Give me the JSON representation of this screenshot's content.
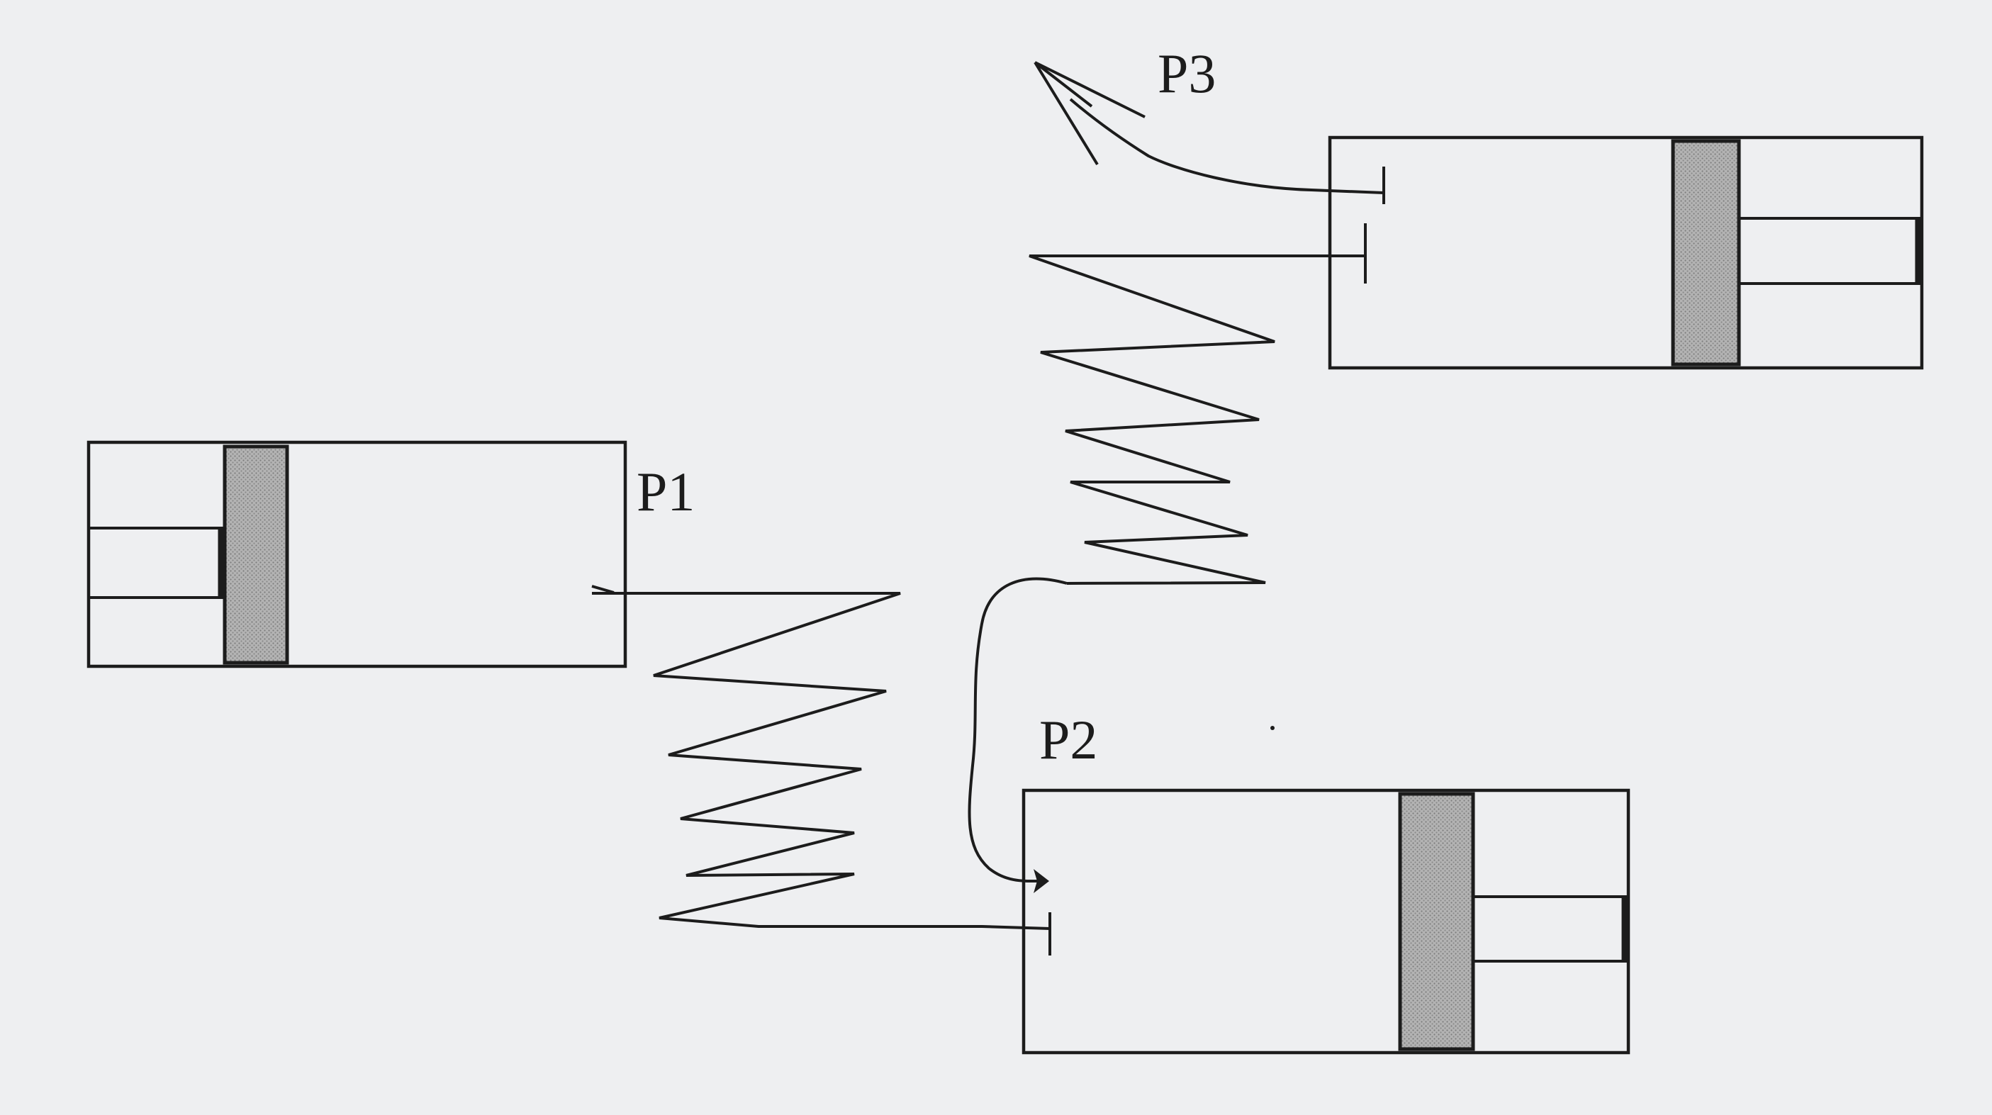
{
  "diagram": {
    "labels": {
      "p1": "P1",
      "p2": "P2",
      "p3": "P3"
    },
    "colors": {
      "paper": "#eeeff1",
      "ink": "#1c1c1c",
      "piston_fill": "#a9a9a9"
    }
  }
}
